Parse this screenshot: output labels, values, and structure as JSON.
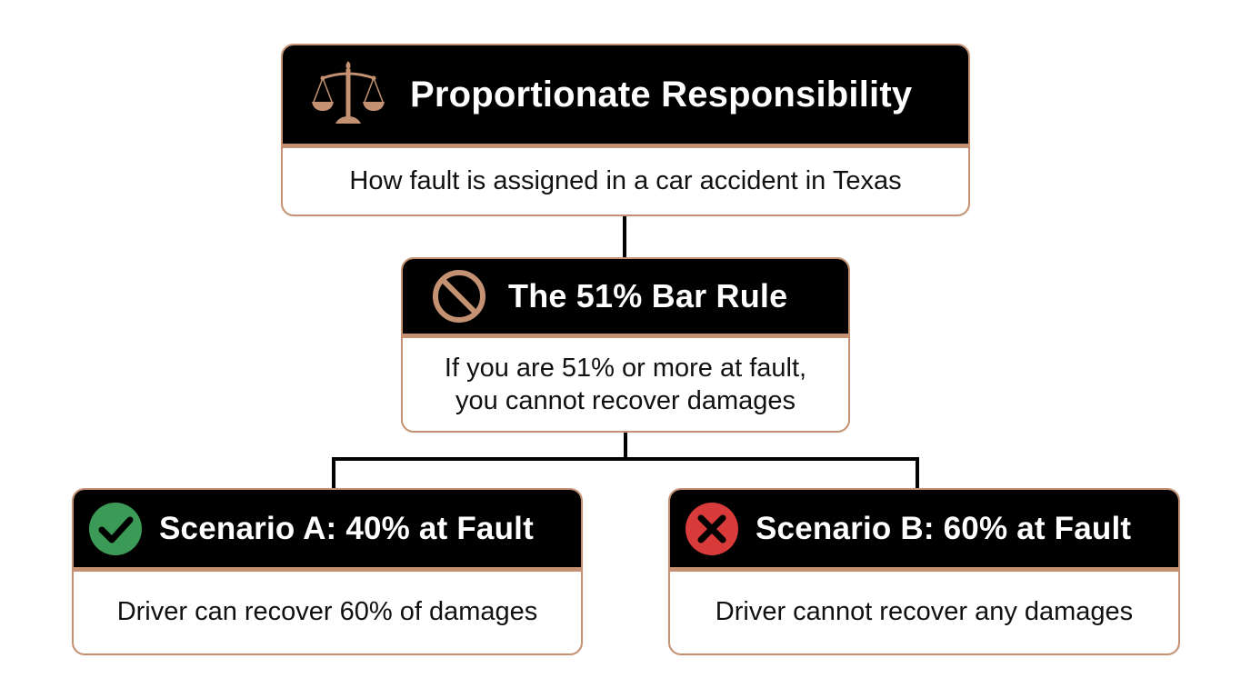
{
  "colors": {
    "accent": "#c49272",
    "header_bg": "#000000",
    "header_text": "#ffffff",
    "body_text": "#111111",
    "check_green": "#3a9a56",
    "cross_red": "#d93a3a"
  },
  "root": {
    "icon": "scales-of-justice-icon",
    "title": "Proportionate Responsibility",
    "subtitle": "How fault is assigned in a car accident in Texas"
  },
  "rule": {
    "icon": "prohibited-icon",
    "title": "The 51% Bar Rule",
    "line1": "If you are 51% or more at fault,",
    "line2": "you cannot recover damages"
  },
  "scenarios": [
    {
      "icon": "check-circle-icon",
      "title": "Scenario A: 40% at Fault",
      "description": "Driver can recover 60% of damages"
    },
    {
      "icon": "x-circle-icon",
      "title": "Scenario B: 60% at Fault",
      "description": "Driver cannot recover any damages"
    }
  ]
}
